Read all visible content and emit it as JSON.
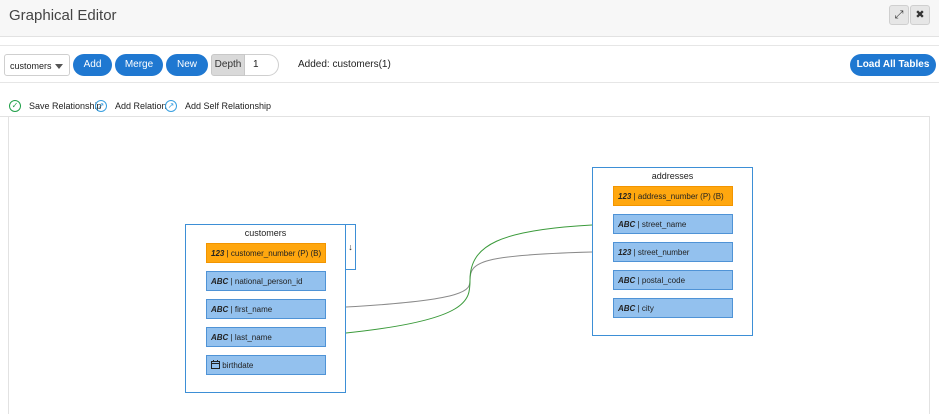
{
  "window": {
    "title": "Graphical Editor",
    "expand_glyph": "⤢",
    "close_glyph": "✖"
  },
  "toolbar": {
    "table_select_value": "customers",
    "add_label": "Add",
    "merge_label": "Merge",
    "new_label": "New",
    "depth_label": "Depth",
    "depth_value": "1",
    "status_text": "Added: customers(1)",
    "load_all_label": "Load All Tables"
  },
  "actions": {
    "save_relationship": "Save Relationship",
    "add_relation": "Add Relation",
    "add_self_relationship": "Add Self Relationship",
    "check_glyph": "✓",
    "relation_glyph": "↗"
  },
  "tables": {
    "customers": {
      "title": "customers",
      "expander_glyph": "↓",
      "fields": [
        {
          "type": "123",
          "name": "customer_number (P) (B)"
        },
        {
          "type": "ABC",
          "name": "national_person_id"
        },
        {
          "type": "ABC",
          "name": "first_name"
        },
        {
          "type": "ABC",
          "name": "last_name"
        },
        {
          "type": "",
          "name": "birthdate"
        }
      ]
    },
    "addresses": {
      "title": "addresses",
      "fields": [
        {
          "type": "123",
          "name": "address_number (P) (B)"
        },
        {
          "type": "ABC",
          "name": "street_name"
        },
        {
          "type": "123",
          "name": "street_number"
        },
        {
          "type": "ABC",
          "name": "postal_code"
        },
        {
          "type": "ABC",
          "name": "city"
        }
      ]
    }
  },
  "link_colors": {
    "gray": "#8a8a8a",
    "green": "#3a9a3a"
  },
  "colors": {
    "accent": "#1f78d1",
    "primary_key": "#ffa70f",
    "column": "#93c1ee"
  }
}
